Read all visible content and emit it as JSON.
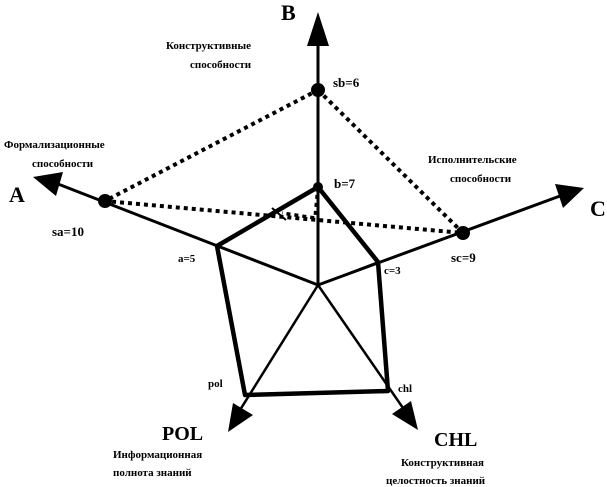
{
  "colors": {
    "ink": "#000000",
    "background": "#ffffff"
  },
  "axes": {
    "B": {
      "letter": "B",
      "caption": [
        "Конструктивные",
        "способности"
      ]
    },
    "A": {
      "letter": "A",
      "caption": [
        "Формализационные",
        "способности"
      ]
    },
    "C": {
      "letter": "C",
      "caption": [
        "Исполнительские",
        "способности"
      ]
    },
    "POL": {
      "letter": "POL",
      "caption": [
        "Информационная",
        "полнота знаний"
      ]
    },
    "CHL": {
      "letter": "CHL",
      "caption": [
        "Конструктивная",
        "целостность знаний"
      ]
    }
  },
  "points": {
    "sb": "sb=6",
    "sa": "sa=10",
    "sc": "sc=9",
    "b": "b=7",
    "a": "a=5",
    "c": "c=3",
    "pol": "pol",
    "chl": "chl"
  }
}
